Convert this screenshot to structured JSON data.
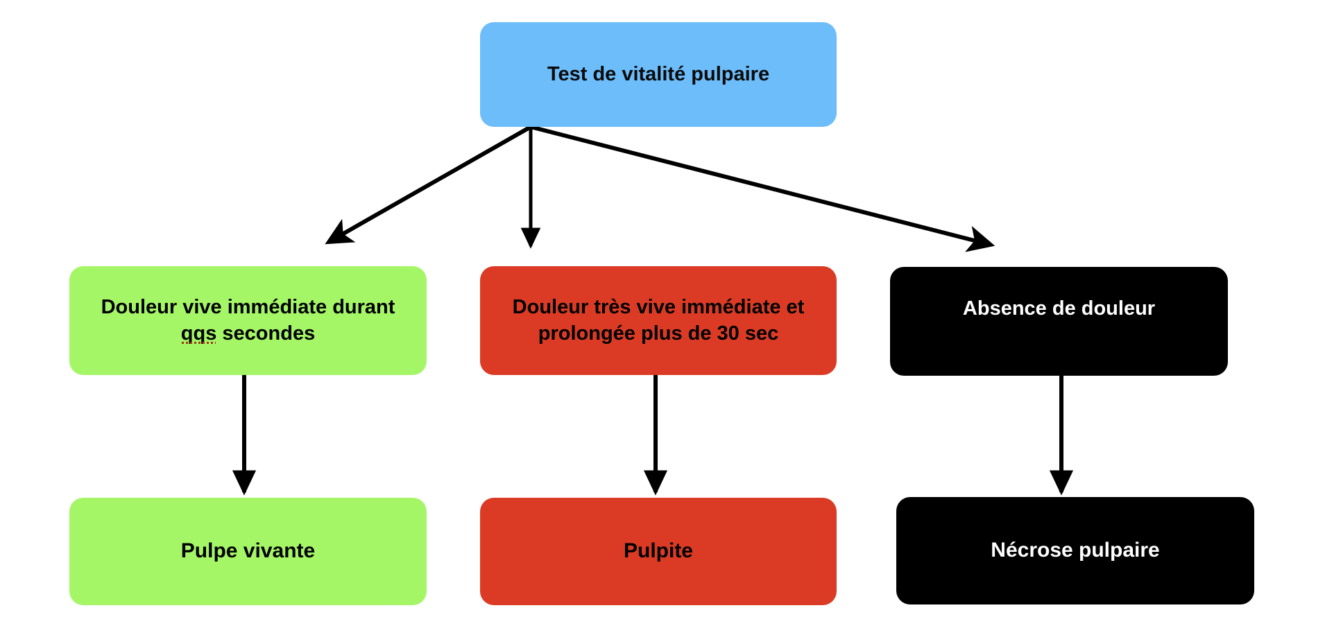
{
  "diagram": {
    "title": "Test de vitalité pulpaire",
    "type": "flowchart",
    "colors": {
      "background": "#ffffff",
      "root": "#6cbdfa",
      "green": "#a4f667",
      "red": "#db3b25",
      "black": "#000000",
      "arrow": "#000000",
      "spellcheck_underline": "#a03a12"
    },
    "root": {
      "label": "Test de vitalité pulpaire"
    },
    "branches": [
      {
        "condition_line1": "Douleur vive immédiate durant",
        "condition_word_misspelled": "qqs",
        "condition_line2_rest": " secondes",
        "result": "Pulpe vivante",
        "color": "#a4f667"
      },
      {
        "condition_line1": "Douleur très vive immédiate et",
        "condition_line2": "prolongée plus de 30 sec",
        "result": "Pulpite",
        "color": "#db3b25"
      },
      {
        "condition_line1": "Absence de douleur",
        "result": "Nécrose pulpaire",
        "color": "#000000"
      }
    ]
  }
}
